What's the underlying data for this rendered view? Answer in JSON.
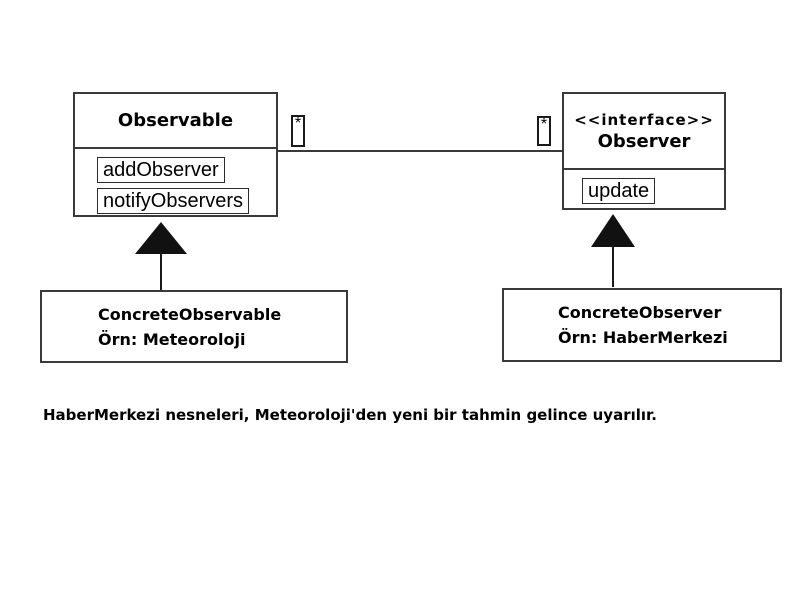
{
  "diagram": {
    "observable": {
      "title": "Observable",
      "methods": [
        "addObserver",
        "notifyObservers"
      ]
    },
    "observer": {
      "stereotype": "<<interface>>",
      "title": "Observer",
      "methods": [
        "update"
      ]
    },
    "association": {
      "left_multiplicity": "*",
      "right_multiplicity": "*"
    },
    "concrete_observable": {
      "name": "ConcreteObservable",
      "example": "Örn: Meteoroloji"
    },
    "concrete_observer": {
      "name": "ConcreteObserver",
      "example": "Örn: HaberMerkezi"
    },
    "caption": "HaberMerkezi nesneleri, Meteoroloji'den yeni bir tahmin gelince uyarılır.",
    "colors": {
      "line": "#3a3a3a",
      "text": "#000000",
      "background": "#ffffff"
    }
  }
}
